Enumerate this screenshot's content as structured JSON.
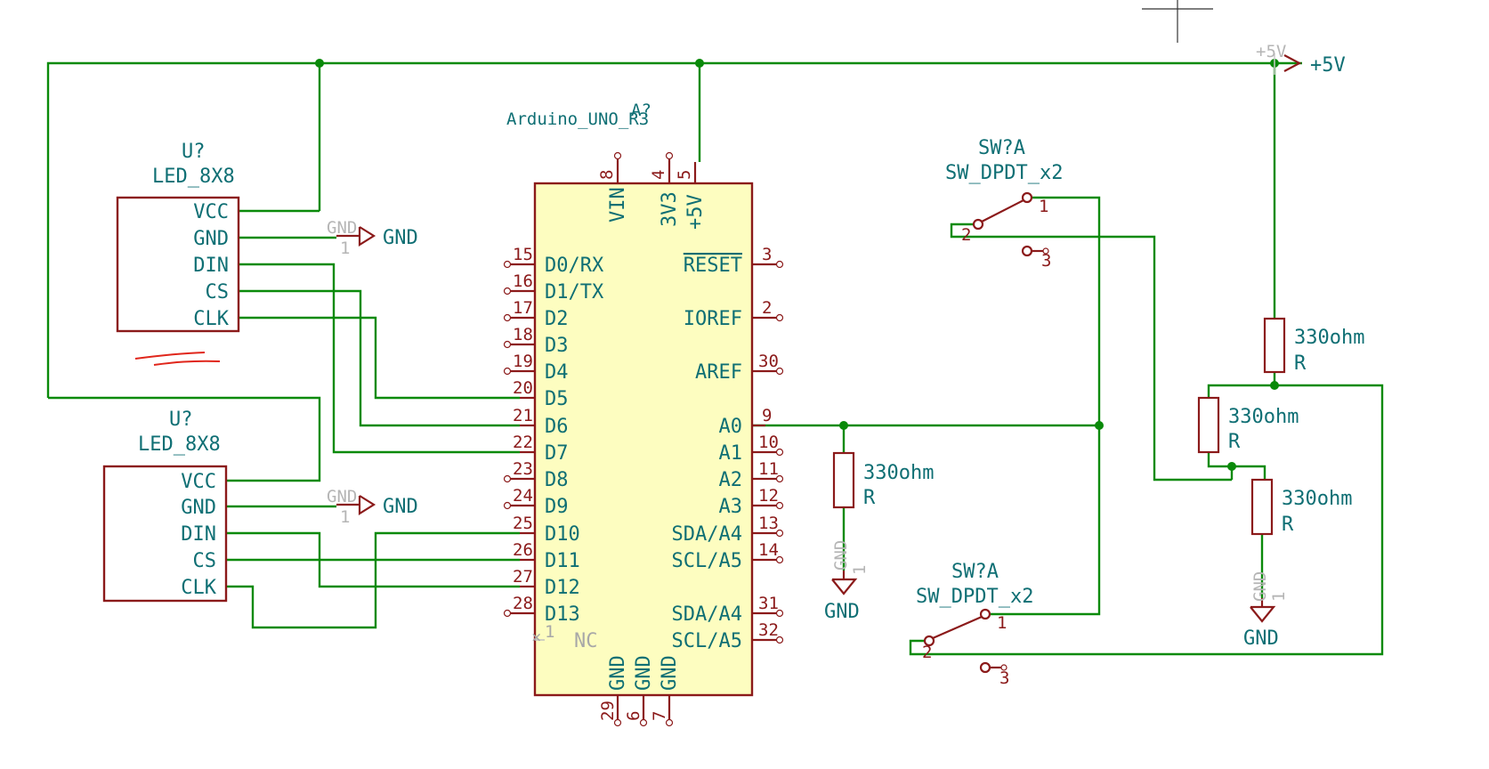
{
  "arduino": {
    "ref": "A?",
    "value": "Arduino_UNO_R3",
    "pins": [
      {
        "name": "VIN",
        "num": "8"
      },
      {
        "name": "3V3",
        "num": "4"
      },
      {
        "name": "+5V",
        "num": "5"
      },
      {
        "name": "D0/RX",
        "num": "15"
      },
      {
        "name": "D1/TX",
        "num": "16"
      },
      {
        "name": "D2",
        "num": "17"
      },
      {
        "name": "D3",
        "num": "18"
      },
      {
        "name": "D4",
        "num": "19"
      },
      {
        "name": "D5",
        "num": "20"
      },
      {
        "name": "D6",
        "num": "21"
      },
      {
        "name": "D7",
        "num": "22"
      },
      {
        "name": "D8",
        "num": "23"
      },
      {
        "name": "D9",
        "num": "24"
      },
      {
        "name": "D10",
        "num": "25"
      },
      {
        "name": "D11",
        "num": "26"
      },
      {
        "name": "D12",
        "num": "27"
      },
      {
        "name": "D13",
        "num": "28"
      },
      {
        "name": "RESET",
        "num": "3"
      },
      {
        "name": "IOREF",
        "num": "2"
      },
      {
        "name": "AREF",
        "num": "30"
      },
      {
        "name": "A0",
        "num": "9"
      },
      {
        "name": "A1",
        "num": "10"
      },
      {
        "name": "A2",
        "num": "11"
      },
      {
        "name": "A3",
        "num": "12"
      },
      {
        "name": "SDA/A4",
        "num": "13"
      },
      {
        "name": "SCL/A5",
        "num": "14"
      },
      {
        "name": "SDA/A4",
        "num": "31"
      },
      {
        "name": "SCL/A5",
        "num": "32"
      },
      {
        "name": "GND",
        "num": "29"
      },
      {
        "name": "GND",
        "num": "6"
      },
      {
        "name": "GND",
        "num": "7"
      },
      {
        "name": "NC",
        "num": "1"
      }
    ]
  },
  "led_matrix_1": {
    "ref": "U?",
    "value": "LED_8X8",
    "pins": [
      "VCC",
      "GND",
      "DIN",
      "CS",
      "CLK"
    ]
  },
  "led_matrix_2": {
    "ref": "U?",
    "value": "LED_8X8",
    "pins": [
      "VCC",
      "GND",
      "DIN",
      "CS",
      "CLK"
    ]
  },
  "switch_1": {
    "ref": "SW?A",
    "value": "SW_DPDT_x2",
    "pins": [
      "1",
      "2",
      "3"
    ]
  },
  "switch_2": {
    "ref": "SW?A",
    "value": "SW_DPDT_x2",
    "pins": [
      "1",
      "2",
      "3"
    ]
  },
  "resistors": [
    {
      "value": "330ohm",
      "ref": "R"
    },
    {
      "value": "330ohm",
      "ref": "R"
    },
    {
      "value": "330ohm",
      "ref": "R"
    },
    {
      "value": "330ohm",
      "ref": "R"
    }
  ],
  "power": {
    "plus5v_label": "+5V",
    "plus5v_ghost": "+5V",
    "gnd_label": "GND",
    "gnd_ghost": "GND",
    "pin_one": "1"
  },
  "colors": {
    "wire": "#0a8a0a",
    "symbol": "#8b1a1a",
    "text": "#0f6f74",
    "body_fill": "#fdfdc0"
  }
}
